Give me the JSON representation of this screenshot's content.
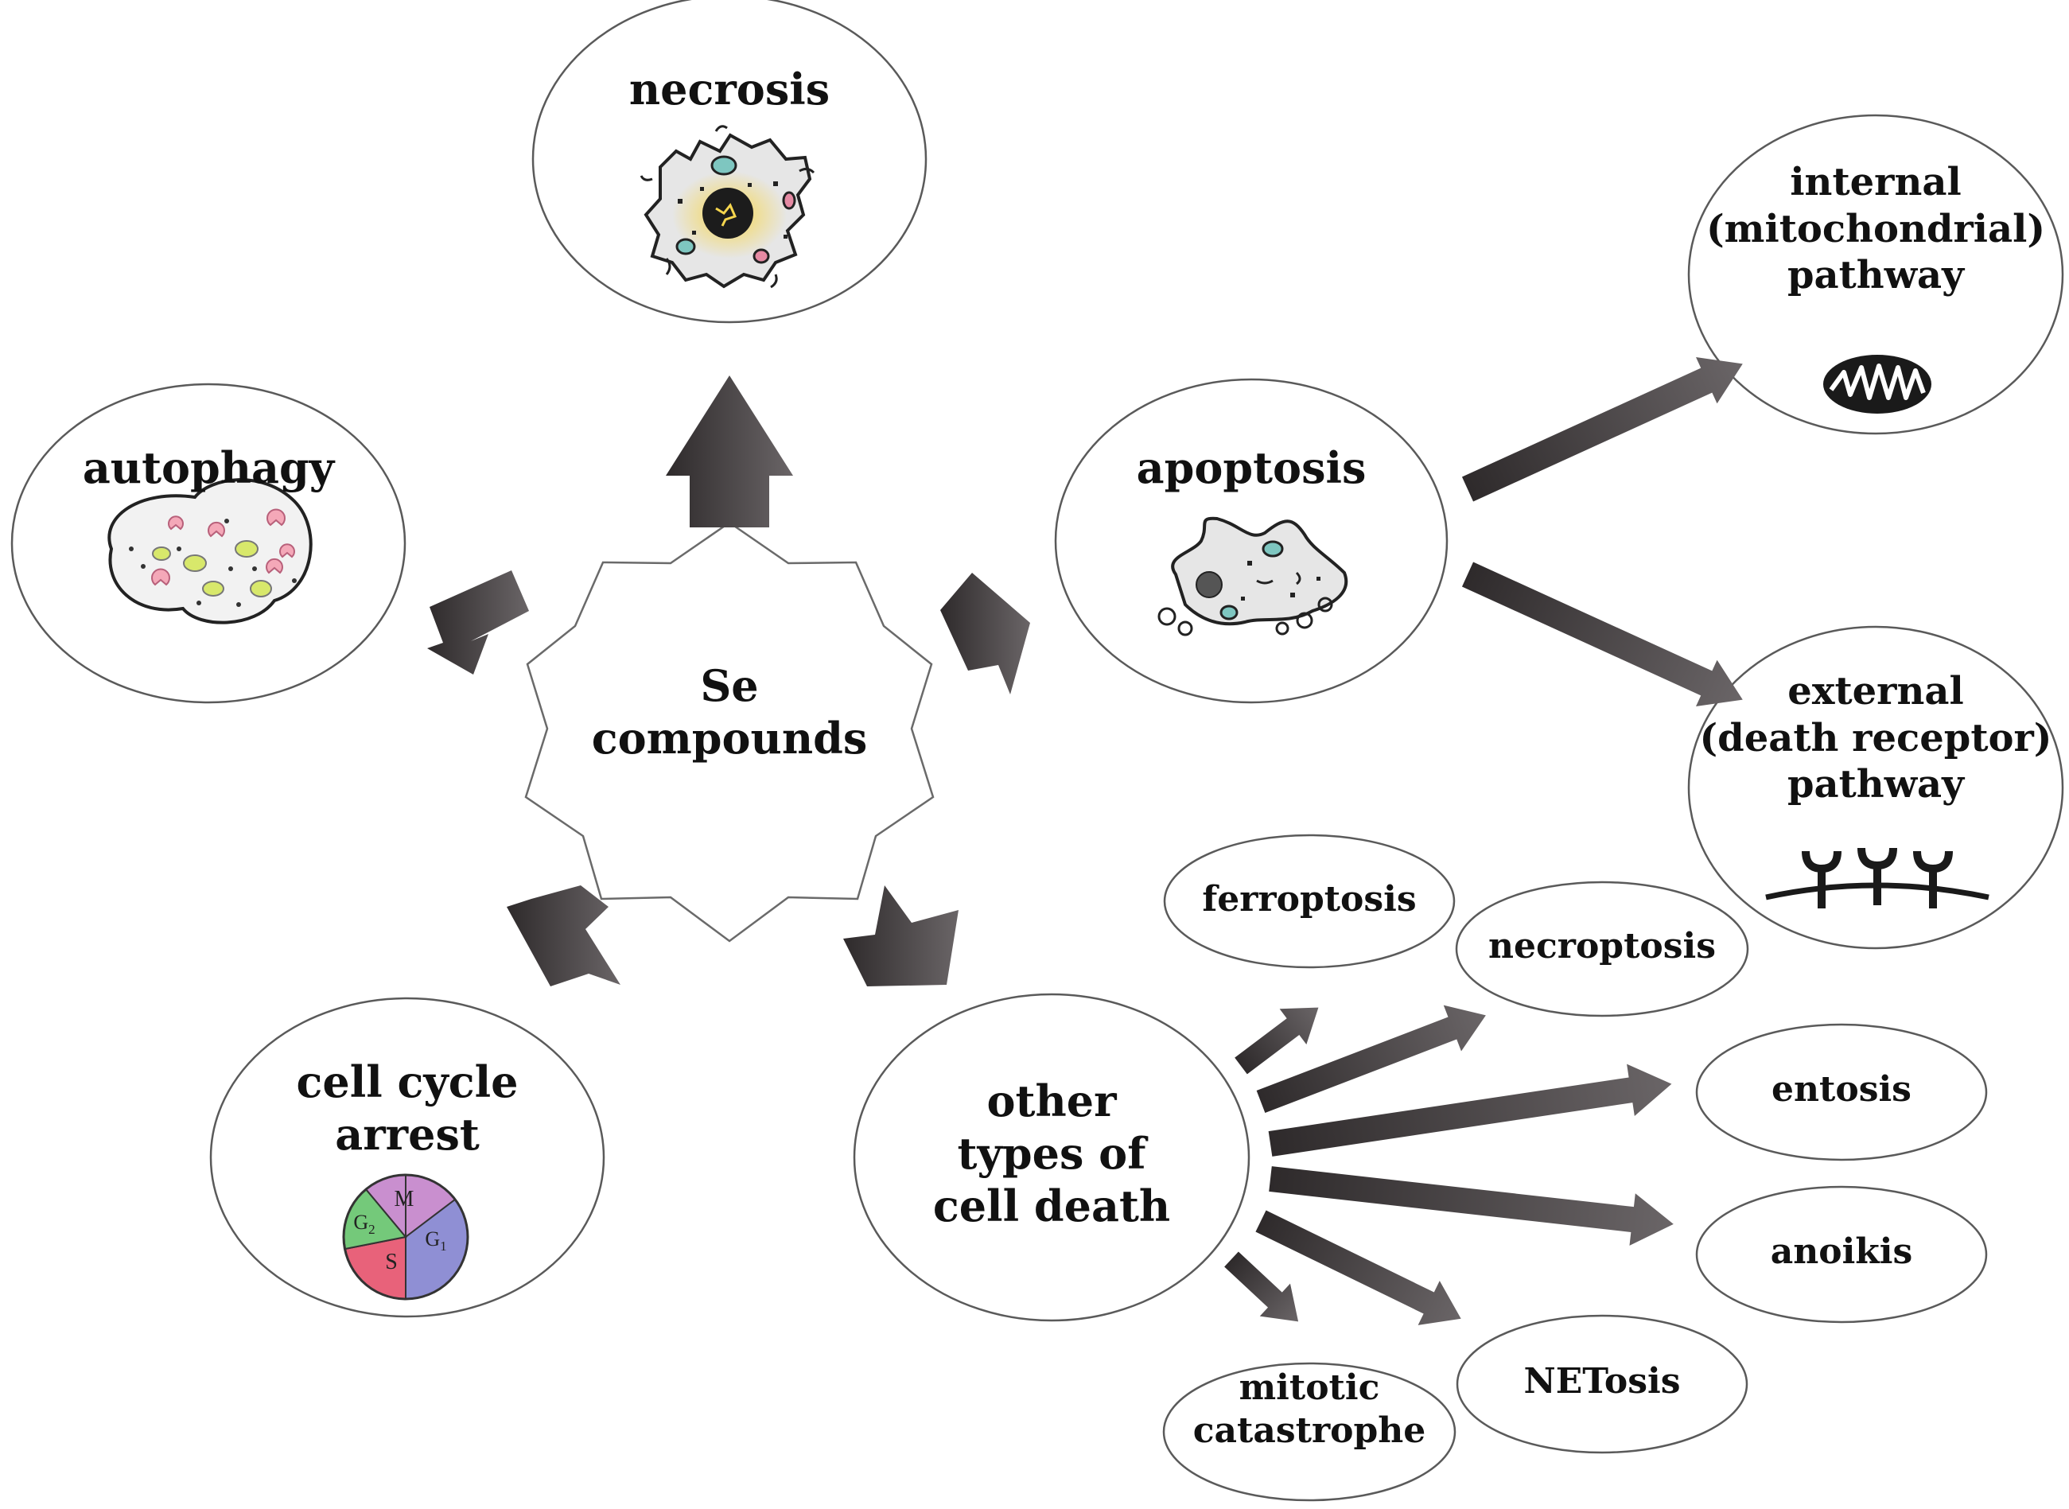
{
  "center": {
    "lines": [
      "Se",
      "compounds"
    ]
  },
  "necrosis": {
    "label": "necrosis"
  },
  "autophagy": {
    "label": "autophagy"
  },
  "apoptosis": {
    "label": "apoptosis"
  },
  "cell_cycle": {
    "lines": [
      "cell cycle",
      "arrest"
    ],
    "phases": [
      "M",
      "G2",
      "S",
      "G1"
    ]
  },
  "other": {
    "lines": [
      "other",
      "types of",
      "cell death"
    ]
  },
  "internal": {
    "lines": [
      "internal",
      "(mitochondrial)",
      "pathway"
    ]
  },
  "external": {
    "lines": [
      "external",
      "(death receptor)",
      "pathway"
    ]
  },
  "other_types": {
    "ferroptosis": "ferroptosis",
    "necroptosis": "necroptosis",
    "entosis": "entosis",
    "anoikis": "anoikis",
    "netosis": "NETosis",
    "mitotic": [
      "mitotic",
      "catastrophe"
    ]
  },
  "icons": {
    "necrosis": "necrotic-cell-icon",
    "autophagy": "autophagic-cell-icon",
    "apoptosis": "apoptotic-cell-icon",
    "cell_cycle": "cell-cycle-pie-icon",
    "internal": "mitochondrion-icon",
    "external": "death-receptor-icon"
  },
  "colors": {
    "arrow_dark": "#2e2a2b",
    "arrow_light": "#6a6567",
    "ellipse_stroke": "#5a5a5a",
    "phase_M": "#c98fcf",
    "phase_G2": "#74c97a",
    "phase_S": "#e8627a",
    "phase_G1": "#8f8fd4"
  }
}
